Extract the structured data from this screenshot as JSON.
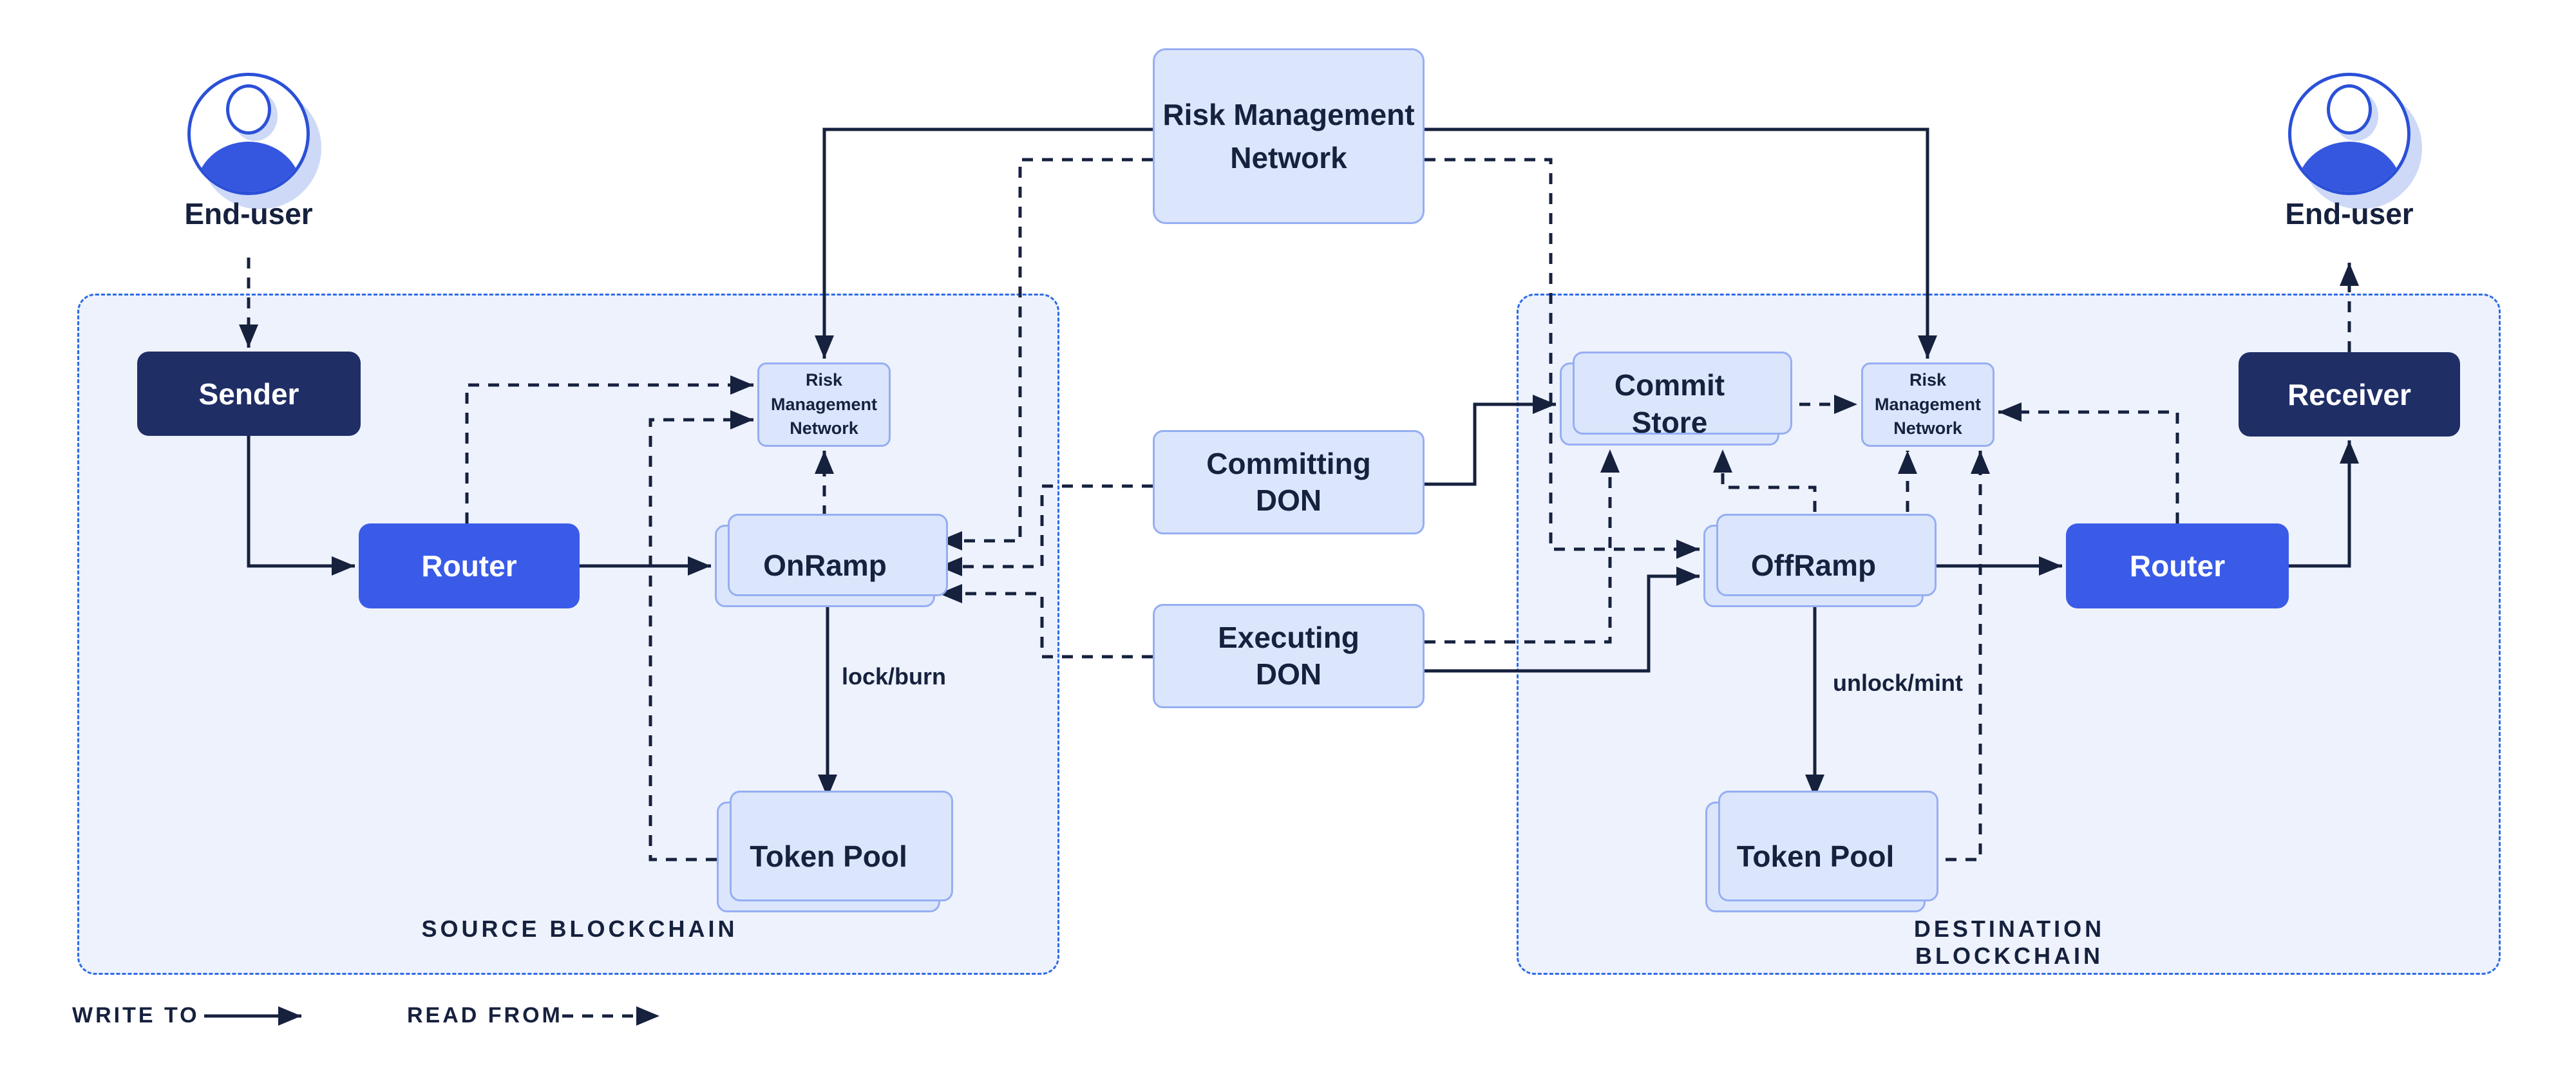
{
  "actors": {
    "left": {
      "label": "End-user"
    },
    "right": {
      "label": "End-user"
    }
  },
  "containers": {
    "source": {
      "label": "SOURCE BLOCKCHAIN"
    },
    "destination": {
      "label": "DESTINATION BLOCKCHAIN"
    }
  },
  "nodes": {
    "sender": "Sender",
    "router_source": "Router",
    "onramp": "OnRamp",
    "rmn_source": "Risk Management\nNetwork",
    "token_pool_source": "Token Pool",
    "rmn_main": "Risk Management\nNetwork",
    "committing_don": "Committing\nDON",
    "executing_don": "Executing\nDON",
    "commit_store": "Commit\nStore",
    "rmn_destination": "Risk Management\nNetwork",
    "offramp": "OffRamp",
    "router_destination": "Router",
    "receiver": "Receiver",
    "token_pool_destination": "Token Pool"
  },
  "edge_labels": {
    "lock_burn": "lock/burn",
    "unlock_mint": "unlock/mint"
  },
  "legend": {
    "write_to": "WRITE TO",
    "read_from": "READ FROM"
  },
  "colors": {
    "ink": "#16213e",
    "navy_box": "#202e66",
    "blue_box": "#3a5be8",
    "card_fill": "#dbe6fc",
    "card_border": "#96aef2",
    "container_fill": "#edf2fc",
    "container_border": "#2e6be6",
    "avatar_shadow": "#cdd9f6"
  }
}
